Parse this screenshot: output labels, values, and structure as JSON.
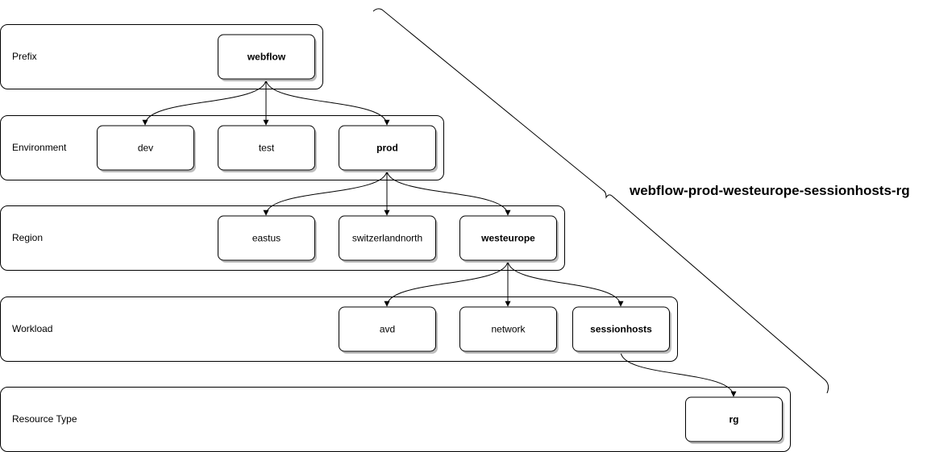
{
  "rows": [
    {
      "label": "Prefix",
      "nodes": [
        {
          "label": "webflow",
          "selected": true
        }
      ]
    },
    {
      "label": "Environment",
      "nodes": [
        {
          "label": "dev",
          "selected": false
        },
        {
          "label": "test",
          "selected": false
        },
        {
          "label": "prod",
          "selected": true
        }
      ]
    },
    {
      "label": "Region",
      "nodes": [
        {
          "label": "eastus",
          "selected": false
        },
        {
          "label": "switzerlandnorth",
          "selected": false
        },
        {
          "label": "westeurope",
          "selected": true
        }
      ]
    },
    {
      "label": "Workload",
      "nodes": [
        {
          "label": "avd",
          "selected": false
        },
        {
          "label": "network",
          "selected": false
        },
        {
          "label": "sessionhosts",
          "selected": true
        }
      ]
    },
    {
      "label": "Resource Type",
      "nodes": [
        {
          "label": "rg",
          "selected": true
        }
      ]
    }
  ],
  "edges": [
    {
      "from": "webflow",
      "to": "dev"
    },
    {
      "from": "webflow",
      "to": "test"
    },
    {
      "from": "webflow",
      "to": "prod"
    },
    {
      "from": "prod",
      "to": "eastus"
    },
    {
      "from": "prod",
      "to": "switzerlandnorth"
    },
    {
      "from": "prod",
      "to": "westeurope"
    },
    {
      "from": "westeurope",
      "to": "avd"
    },
    {
      "from": "westeurope",
      "to": "network"
    },
    {
      "from": "westeurope",
      "to": "sessionhosts"
    },
    {
      "from": "sessionhosts",
      "to": "rg"
    }
  ],
  "result": {
    "name": "webflow-prod-westeurope-sessionhosts-rg"
  },
  "colors": {
    "stroke": "#000000",
    "background": "#ffffff",
    "shadow": "#bdbdbd"
  }
}
